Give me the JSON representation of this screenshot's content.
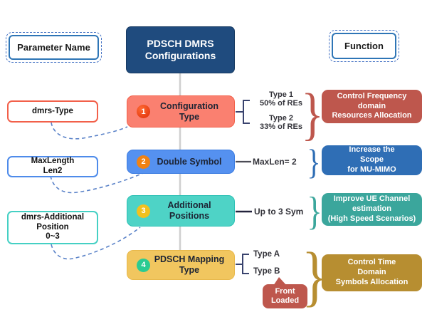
{
  "legend": {
    "parameter_label": "Parameter Name",
    "function_label": "Function"
  },
  "title": "PDSCH DMRS\nConfigurations",
  "colors": {
    "title_bg": "#1F4B7E",
    "spine": "#CFCFCF",
    "connector_dashed": "#5A82C8",
    "bracket": "#39436E"
  },
  "rows": [
    {
      "number": "1",
      "label": "Configuration\nType",
      "accent": "#FA8070",
      "badge_color": "#DE2E08",
      "parameter": "dmrs-Type",
      "values": [
        {
          "text": "Type 1\n50% of REs"
        },
        {
          "text": "Type 2\n33% of REs"
        }
      ],
      "function": "Control Frequency\ndomain\nResources Allocation",
      "function_color": "#BE574D"
    },
    {
      "number": "2",
      "label": "Double Symbol",
      "accent": "#5591F0",
      "badge_color": "#F08214",
      "parameter": "MaxLength\nLen2",
      "values": [
        {
          "text": "MaxLen= 2"
        }
      ],
      "function": "Increase the\nScope\nfor MU-MIMO",
      "function_color": "#2F6EB5"
    },
    {
      "number": "3",
      "label": "Additional\nPositions",
      "accent": "#4ED3C6",
      "badge_color": "#F2C11E",
      "parameter": "dmrs-Additional\nPosition\n0~3",
      "values": [
        {
          "text": "Up to 3 Sym"
        }
      ],
      "function": "Improve UE Channel\nestimation\n(High Speed Scenarios)",
      "function_color": "#3BA69C"
    },
    {
      "number": "4",
      "label": "PDSCH Mapping\nType",
      "accent": "#F1C65F",
      "badge_color": "#2BCB92",
      "values": [
        {
          "text": "Type A"
        },
        {
          "text": "Type B"
        }
      ],
      "callout": "Front\nLoaded",
      "function": "Control Time\nDomain\nSymbols Allocation",
      "function_color": "#B78E31"
    }
  ]
}
